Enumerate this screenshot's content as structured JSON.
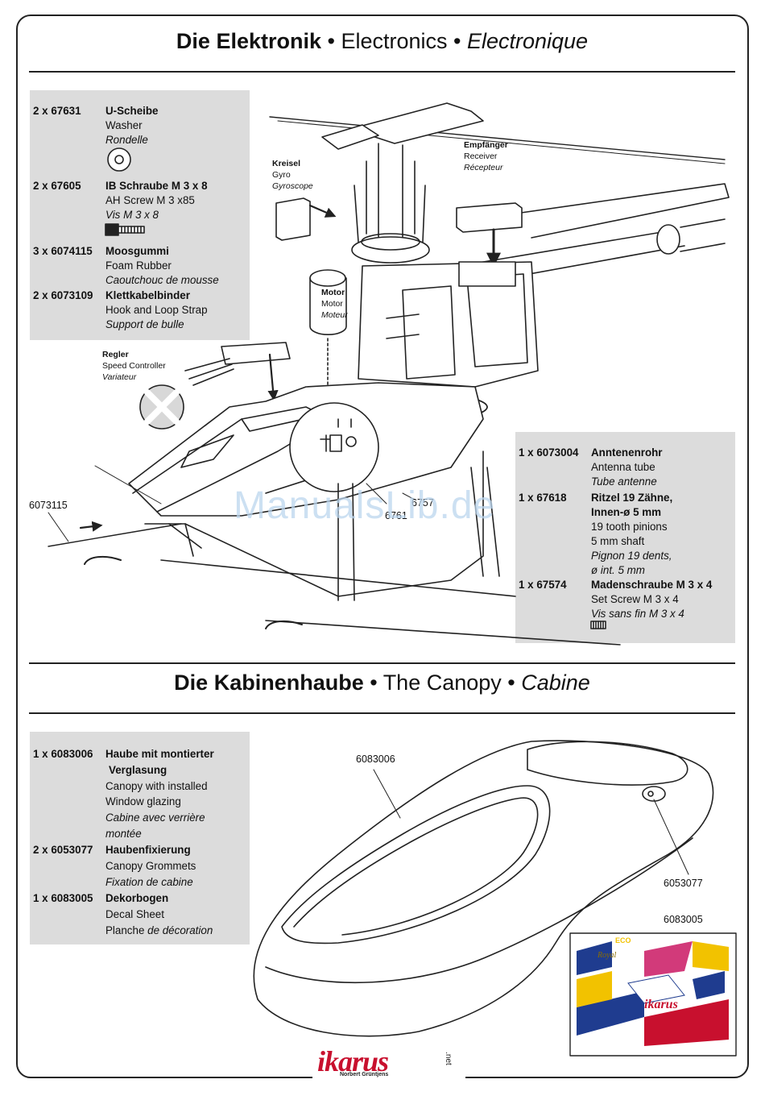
{
  "section1": {
    "title_de": "Die Elektronik",
    "sep1": " • ",
    "title_en": "Electronics",
    "sep2": " • ",
    "title_fr": "Electronique"
  },
  "parts_left": [
    {
      "qty": "2 x 67631",
      "de": "U-Scheibe",
      "en": "Washer",
      "fr": "Rondelle"
    },
    {
      "qty": "2 x 67605",
      "de": "IB Schraube M 3 x 8",
      "en": "AH Screw M 3 x85",
      "fr": "Vis M 3 x 8"
    },
    {
      "qty": "3 x 6074115",
      "de": "Moosgummi",
      "en": "Foam Rubber",
      "fr": "Caoutchouc de mousse"
    },
    {
      "qty": "2 x 6073109",
      "de": "Klettkabelbinder",
      "en": "Hook and Loop Strap",
      "fr": "Support de bulle"
    }
  ],
  "parts_right": [
    {
      "qty": "1 x 6073004",
      "de": "Anntenenrohr",
      "en": "Antenna tube",
      "fr": "Tube antenne"
    },
    {
      "qty": "1 x 67618",
      "de": "Ritzel 19 Zähne,",
      "de2": "Innen-ø 5 mm",
      "en": "19 tooth pinions",
      "en2": "5 mm shaft",
      "fr": "Pignon 19 dents,",
      "fr2": "ø int. 5 mm"
    },
    {
      "qty": "1 x 67574",
      "de": "Madenschraube M 3 x 4",
      "en": "Set Screw M 3 x 4",
      "fr": "Vis sans fin M 3 x 4"
    }
  ],
  "callouts": {
    "gyro": {
      "de": "Kreisel",
      "en": "Gyro",
      "fr": "Gyroscope"
    },
    "receiver": {
      "de": "Empfänger",
      "en": "Receiver",
      "fr": "Récepteur"
    },
    "motor": {
      "de": "Motor",
      "en": "Motor",
      "fr": "Moteur"
    },
    "controller": {
      "de": "Regler",
      "en": "Speed Controller",
      "fr": "Variateur"
    }
  },
  "part_numbers": {
    "antenna": "6073115",
    "pinion_a": "6757",
    "pinion_b": "6761",
    "canopy": "6083006",
    "grommet": "6053077",
    "decal": "6083005"
  },
  "watermark": "ManualsLib.de",
  "section2": {
    "title_de": "Die Kabinenhaube",
    "sep1": " • ",
    "title_en": "The Canopy",
    "sep2": " • ",
    "title_fr": "Cabine"
  },
  "canopy_parts": [
    {
      "qty": "1 x 6083006",
      "de": "Haube mit montierter",
      "de2": "Verglasung",
      "en": "Canopy with installed",
      "en2": "Window glazing",
      "fr": "Cabine avec verrière",
      "fr2": "montée"
    },
    {
      "qty": "2 x 6053077",
      "de": "Haubenfixierung",
      "en": "Canopy Grommets",
      "fr": "Fixation de cabine"
    },
    {
      "qty": "1 x 6083005",
      "de": "Dekorbogen",
      "en": "Decal Sheet",
      "fr_a": "Planche ",
      "fr_b": "de décoration"
    }
  ],
  "logo": {
    "word": "ikarus",
    "sub": "Norbert Grüntjens",
    "net": ".net"
  },
  "decal_texts": {
    "eco": "ECO",
    "royal": "Royal",
    "ikarus": "ikarus"
  },
  "colors": {
    "box": "#dcdcdc",
    "watermark": "#bcd6ee",
    "logo_red": "#c8102e",
    "decal_blue": "#1f3c8f",
    "decal_yellow": "#f2c200",
    "decal_pink": "#d23a7a"
  }
}
